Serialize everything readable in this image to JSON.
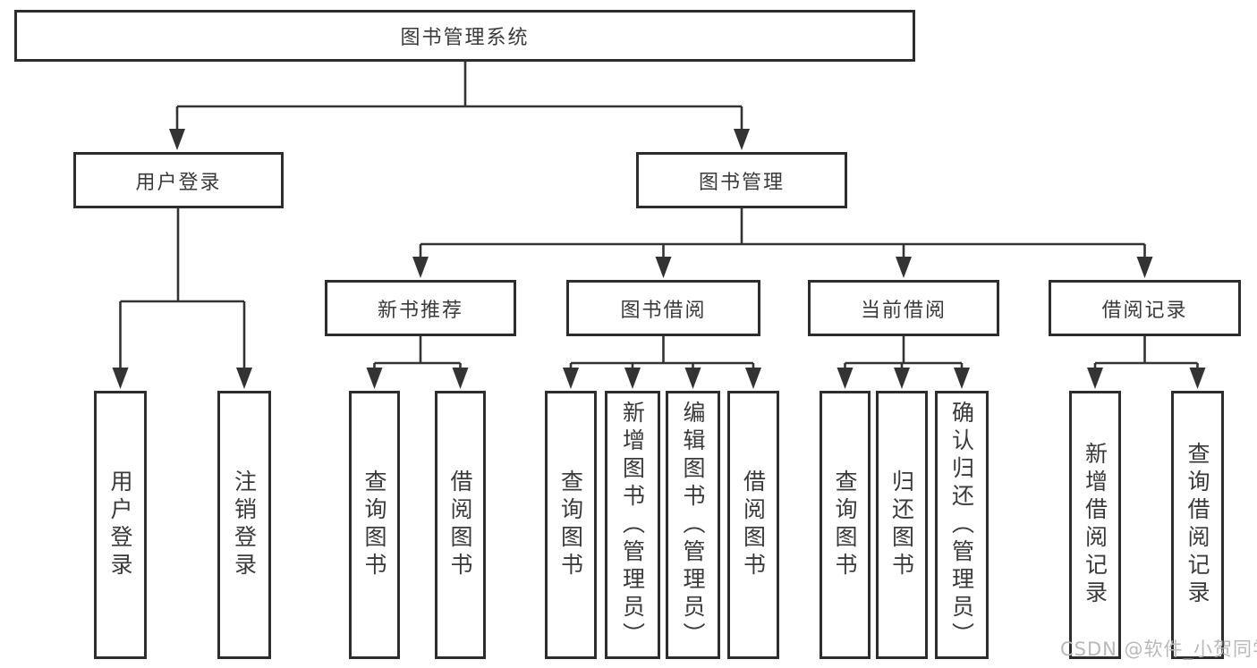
{
  "diagram": {
    "root": {
      "label": "图书管理系统"
    },
    "level2": {
      "user_login": {
        "label": "用户登录"
      },
      "book_management": {
        "label": "图书管理"
      }
    },
    "level3": {
      "new_book_recommend": {
        "label": "新书推荐"
      },
      "book_borrow": {
        "label": "图书借阅"
      },
      "current_borrow": {
        "label": "当前借阅"
      },
      "borrow_record": {
        "label": "借阅记录"
      }
    },
    "leaves": {
      "user_login": [
        "用户登录",
        "注销登录"
      ],
      "new_book_recommend": [
        "查询图书",
        "借阅图书"
      ],
      "book_borrow": [
        "查询图书",
        "新增图书（管理员）",
        "编辑图书（管理员）",
        "借阅图书"
      ],
      "current_borrow": [
        "查询图书",
        "归还图书",
        "确认归还（管理员）"
      ],
      "borrow_record": [
        "新增借阅记录",
        "查询借阅记录"
      ]
    }
  },
  "watermark": {
    "text": "CSDN @软件_小贺同学"
  },
  "colors": {
    "background": "#ffffff",
    "box_border": "#2d2d2d",
    "connector_line": "#333333",
    "text": "#3a3a3a",
    "watermark_text": "#b9b9b9"
  }
}
